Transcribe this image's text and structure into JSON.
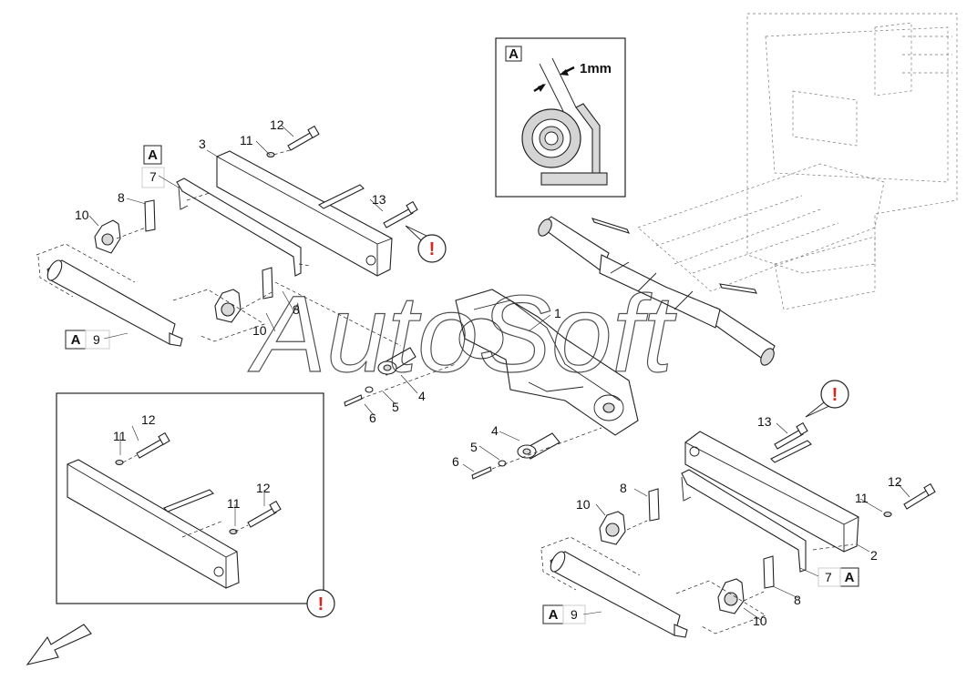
{
  "watermark": "AutoSoft",
  "detail_view": {
    "label": "A",
    "dimension": "1mm"
  },
  "view_labels": {
    "a_left": "A",
    "a_left_lower": "A",
    "a_inset": "A",
    "a_right": "A",
    "a_right_lower": "A"
  },
  "warning_symbol": "!",
  "callouts": {
    "c1": "1",
    "c2": "2",
    "c3": "3",
    "c4_upper": "4",
    "c4_lower": "4",
    "c5_upper": "5",
    "c5_lower": "5",
    "c6_upper": "6",
    "c6_lower": "6",
    "c7_left": "7",
    "c7_right": "7",
    "c8_left_upper": "8",
    "c8_left_lower": "8",
    "c8_right_upper": "8",
    "c8_right_lower": "8",
    "c9_left": "9",
    "c9_right": "9",
    "c10_left_upper": "10",
    "c10_left_lower": "10",
    "c10_right_upper": "10",
    "c10_right_lower": "10",
    "c11_left": "11",
    "c11_inset_upper": "11",
    "c11_inset_lower": "11",
    "c11_right": "11",
    "c12_left": "12",
    "c12_inset_upper": "12",
    "c12_inset_lower": "12",
    "c12_right": "12",
    "c13_left": "13",
    "c13_right": "13"
  }
}
